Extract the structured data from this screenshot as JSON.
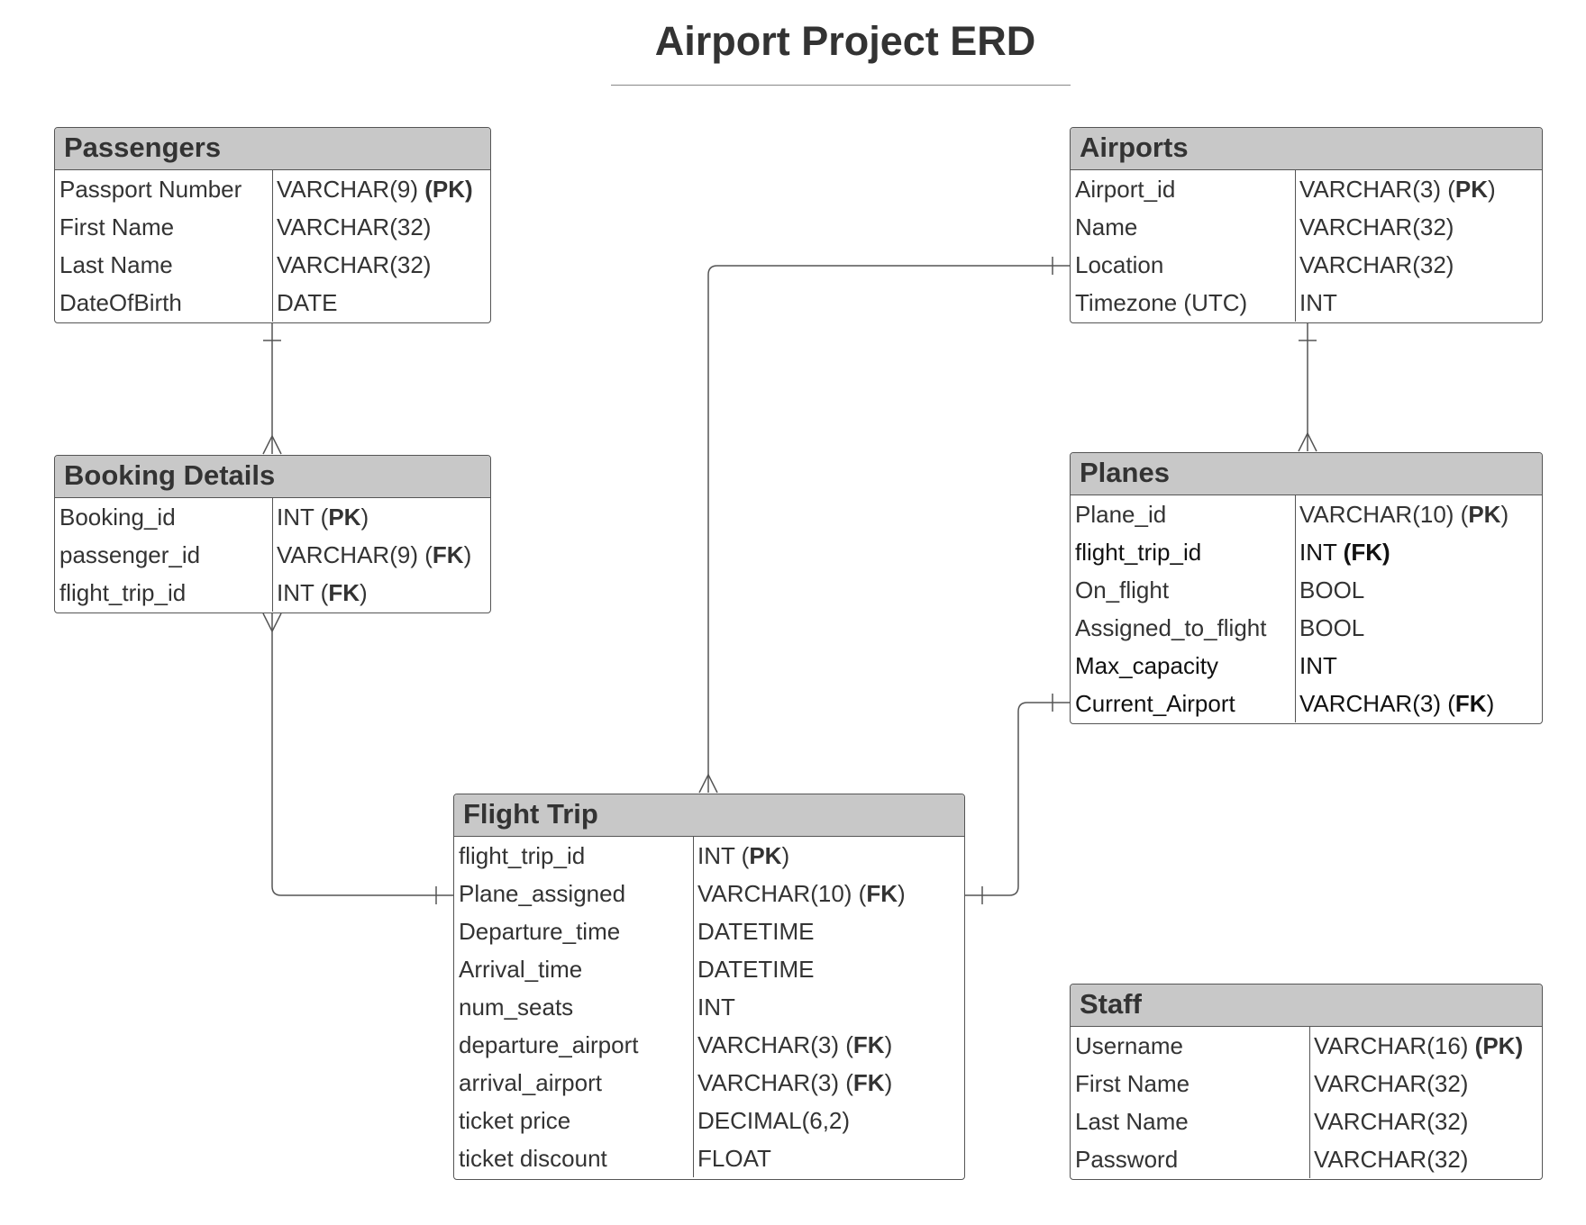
{
  "title": "Airport Project ERD",
  "entities": {
    "passengers": {
      "name": "Passengers",
      "rows": [
        {
          "field": "Passport Number",
          "type": "VARCHAR(9)",
          "key": "(PK)",
          "key_style": "all"
        },
        {
          "field": "First Name",
          "type": "VARCHAR(32)",
          "key": ""
        },
        {
          "field": "Last Name",
          "type": "VARCHAR(32)",
          "key": ""
        },
        {
          "field": "DateOfBirth",
          "type": "DATE",
          "key": ""
        }
      ]
    },
    "airports": {
      "name": "Airports",
      "rows": [
        {
          "field": "Airport_id",
          "type": "VARCHAR(3)",
          "key": "PK",
          "key_style": "inner"
        },
        {
          "field": "Name",
          "type": "VARCHAR(32)",
          "key": ""
        },
        {
          "field": "Location",
          "type": "VARCHAR(32)",
          "key": ""
        },
        {
          "field": "Timezone (UTC)",
          "type": "INT",
          "key": ""
        }
      ]
    },
    "booking_details": {
      "name": "Booking Details",
      "rows": [
        {
          "field": "Booking_id",
          "type": "INT",
          "key": "PK",
          "key_style": "inner"
        },
        {
          "field": "passenger_id",
          "type": "VARCHAR(9)",
          "key": "FK",
          "key_style": "inner"
        },
        {
          "field": "flight_trip_id",
          "type": "INT",
          "key": "FK",
          "key_style": "inner"
        }
      ]
    },
    "planes": {
      "name": "Planes",
      "rows": [
        {
          "field": "Plane_id",
          "type": "VARCHAR(10)",
          "key": "PK",
          "key_style": "inner"
        },
        {
          "field": "flight_trip_id",
          "type": "INT",
          "key": "(FK)",
          "key_style": "all",
          "dark": true
        },
        {
          "field": "On_flight",
          "type": "BOOL",
          "key": ""
        },
        {
          "field": "Assigned_to_flight",
          "type": "BOOL",
          "key": ""
        },
        {
          "field": "Max_capacity",
          "type": "INT",
          "key": "",
          "dark": true
        },
        {
          "field": "Current_Airport",
          "type": "VARCHAR(3)",
          "key": "FK",
          "key_style": "inner",
          "dark": true
        }
      ]
    },
    "flight_trip": {
      "name": "Flight Trip",
      "rows": [
        {
          "field": "flight_trip_id",
          "type": "INT",
          "key": "PK",
          "key_style": "inner"
        },
        {
          "field": "Plane_assigned",
          "type": "VARCHAR(10)",
          "key": "FK",
          "key_style": "inner"
        },
        {
          "field": "Departure_time",
          "type": "DATETIME",
          "key": ""
        },
        {
          "field": "Arrival_time",
          "type": "DATETIME",
          "key": ""
        },
        {
          "field": "num_seats",
          "type": "INT",
          "key": ""
        },
        {
          "field": "departure_airport",
          "type": "VARCHAR(3)",
          "key": "FK",
          "key_style": "inner"
        },
        {
          "field": "arrival_airport",
          "type": "VARCHAR(3)",
          "key": "FK",
          "key_style": "inner"
        },
        {
          "field": "ticket price",
          "type": "DECIMAL(6,2)",
          "key": ""
        },
        {
          "field": "ticket discount",
          "type": "FLOAT",
          "key": ""
        }
      ]
    },
    "staff": {
      "name": "Staff",
      "rows": [
        {
          "field": "Username",
          "type": "VARCHAR(16)",
          "key": "(PK)",
          "key_style": "all"
        },
        {
          "field": "First Name",
          "type": "VARCHAR(32)",
          "key": ""
        },
        {
          "field": "Last Name",
          "type": "VARCHAR(32)",
          "key": ""
        },
        {
          "field": "Password",
          "type": "VARCHAR(32)",
          "key": ""
        }
      ]
    }
  },
  "colors": {
    "header_fill": "#c8c8c8",
    "border": "#555555",
    "line": "#555555",
    "text": "#333333"
  }
}
